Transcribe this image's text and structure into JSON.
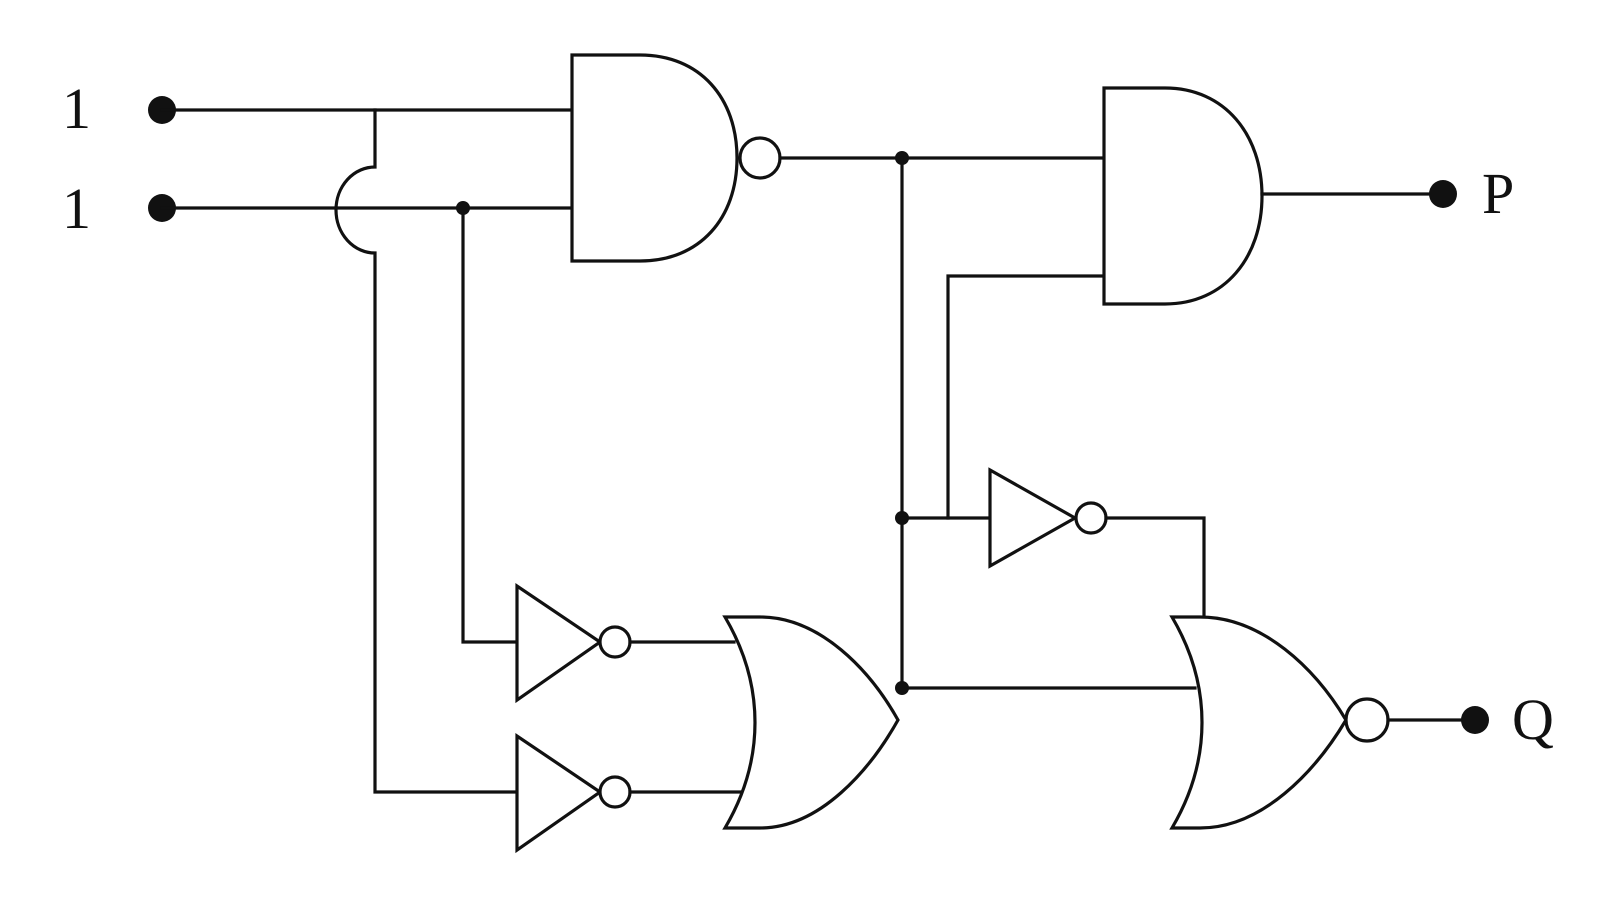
{
  "inputs": [
    {
      "label": "1"
    },
    {
      "label": "1"
    }
  ],
  "outputs": [
    {
      "label": "P"
    },
    {
      "label": "Q"
    }
  ],
  "gates": [
    {
      "type": "NAND"
    },
    {
      "type": "AND"
    },
    {
      "type": "NOT"
    },
    {
      "type": "NOT"
    },
    {
      "type": "OR"
    },
    {
      "type": "NOT"
    },
    {
      "type": "NOR"
    }
  ]
}
